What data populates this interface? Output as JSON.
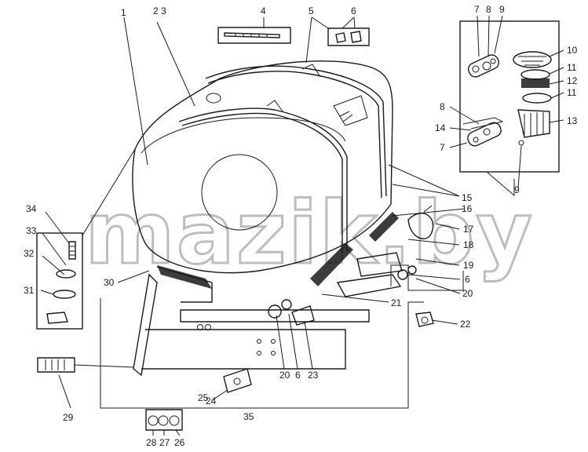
{
  "watermark": "mazik.by",
  "callouts": {
    "c1": "1",
    "c23": "2 3",
    "c4": "4",
    "c5": "5",
    "c6a": "6",
    "c7a": "7",
    "c8a": "8",
    "c9a": "9",
    "c10": "10",
    "c11a": "11",
    "c12": "12",
    "c11b": "11",
    "c8b": "8",
    "c14": "14",
    "c13": "13",
    "c7b": "7",
    "c9b": "9",
    "c15": "15",
    "c16": "16",
    "c17": "17",
    "c18": "18",
    "c19": "19",
    "c6b": "6",
    "c20a": "20",
    "c21": "21",
    "c22": "22",
    "c34": "34",
    "c33": "33",
    "c32": "32",
    "c31": "31",
    "c30": "30",
    "c20b": "20",
    "c6c": "6",
    "c23b": "23",
    "c29": "29",
    "c25": "25",
    "c24": "24",
    "c35": "35",
    "c28": "28",
    "c27": "27",
    "c26": "26"
  }
}
